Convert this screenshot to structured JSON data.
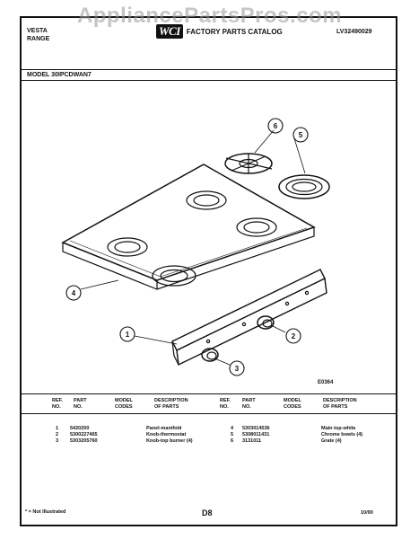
{
  "watermark": "AppliancePartsPros.com",
  "header": {
    "brand_line1": "VESTA",
    "brand_line2": "RANGE",
    "logo": "WCI",
    "catalog_title": "FACTORY PARTS CATALOG",
    "catalog_number": "LV32490029"
  },
  "model_label": "MODEL 30IPCDWAN7",
  "diagram": {
    "callouts": [
      "1",
      "2",
      "3",
      "4",
      "5",
      "6"
    ],
    "figure_code": "E0364"
  },
  "parts_table": {
    "headers": {
      "ref_no": [
        "REF.",
        "NO."
      ],
      "part_no": [
        "PART",
        "NO."
      ],
      "model_codes": [
        "MODEL",
        "CODES"
      ],
      "description": [
        "DESCRIPTION",
        "OF PARTS"
      ]
    },
    "left": [
      {
        "ref": "1",
        "part": "5420200",
        "codes": "",
        "desc": "Panel-manifold"
      },
      {
        "ref": "2",
        "part": "5300227465",
        "codes": "",
        "desc": "Knob-thermostat"
      },
      {
        "ref": "3",
        "part": "5303205760",
        "codes": "",
        "desc": "Knob-top burner (4)"
      }
    ],
    "right": [
      {
        "ref": "4",
        "part": "5303014536",
        "codes": "",
        "desc": "Main top-white"
      },
      {
        "ref": "5",
        "part": "5308011431",
        "codes": "",
        "desc": "Chrome bowls (4)"
      },
      {
        "ref": "6",
        "part": "3131011",
        "codes": "",
        "desc": "Grate (4)"
      }
    ]
  },
  "footer": {
    "footnote": "* = Not Illustrated",
    "page_code": "D8",
    "date": "10/90"
  }
}
